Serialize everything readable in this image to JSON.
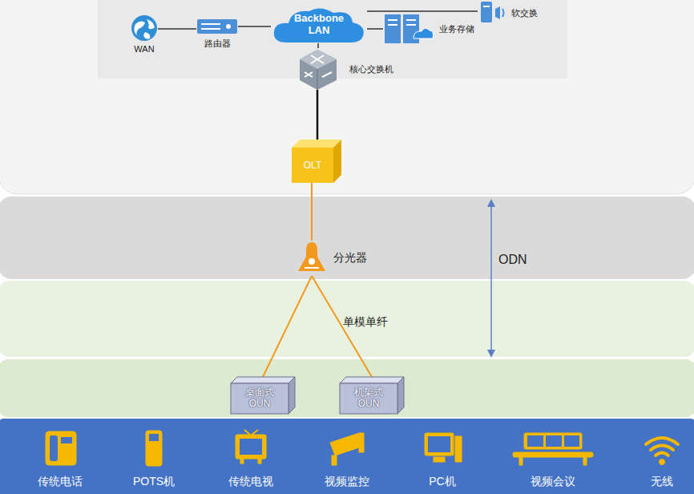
{
  "diagram": {
    "nodes": [
      {
        "text": [
          "WAN"
        ]
      },
      {
        "text": [
          "路由器"
        ]
      },
      {
        "text": [
          "Backbone LAN"
        ]
      },
      {
        "text": [
          "业务存储"
        ]
      },
      {
        "text": [
          "软交换"
        ]
      },
      {
        "text": [
          "核心交换机"
        ]
      },
      {
        "text": [
          "OLT"
        ]
      },
      {
        "text": [
          "分光器"
        ]
      },
      {
        "text": [
          "桌面式 OUN"
        ]
      },
      {
        "text": [
          "机架式 OUN"
        ]
      }
    ],
    "edges": [
      {
        "from": 0,
        "to": 1,
        "arrow": "none"
      },
      {
        "from": 1,
        "to": 2,
        "arrow": "none"
      },
      {
        "from": 2,
        "to": 3,
        "arrow": "none"
      },
      {
        "from": 2,
        "to": 4,
        "arrow": "none"
      },
      {
        "from": 2,
        "to": 5,
        "arrow": "none"
      },
      {
        "from": 5,
        "to": 6,
        "arrow": "none"
      },
      {
        "from": 6,
        "to": 7,
        "arrow": "none"
      },
      {
        "from": 7,
        "to": 8,
        "arrow": "none"
      },
      {
        "from": 7,
        "to": 9,
        "arrow": "none"
      }
    ],
    "labels": [
      "单模单纤",
      "ODN",
      "传统电话",
      "POTS机",
      "传统电视",
      "视频监控",
      "PC机",
      "视频会议",
      "无线"
    ]
  }
}
